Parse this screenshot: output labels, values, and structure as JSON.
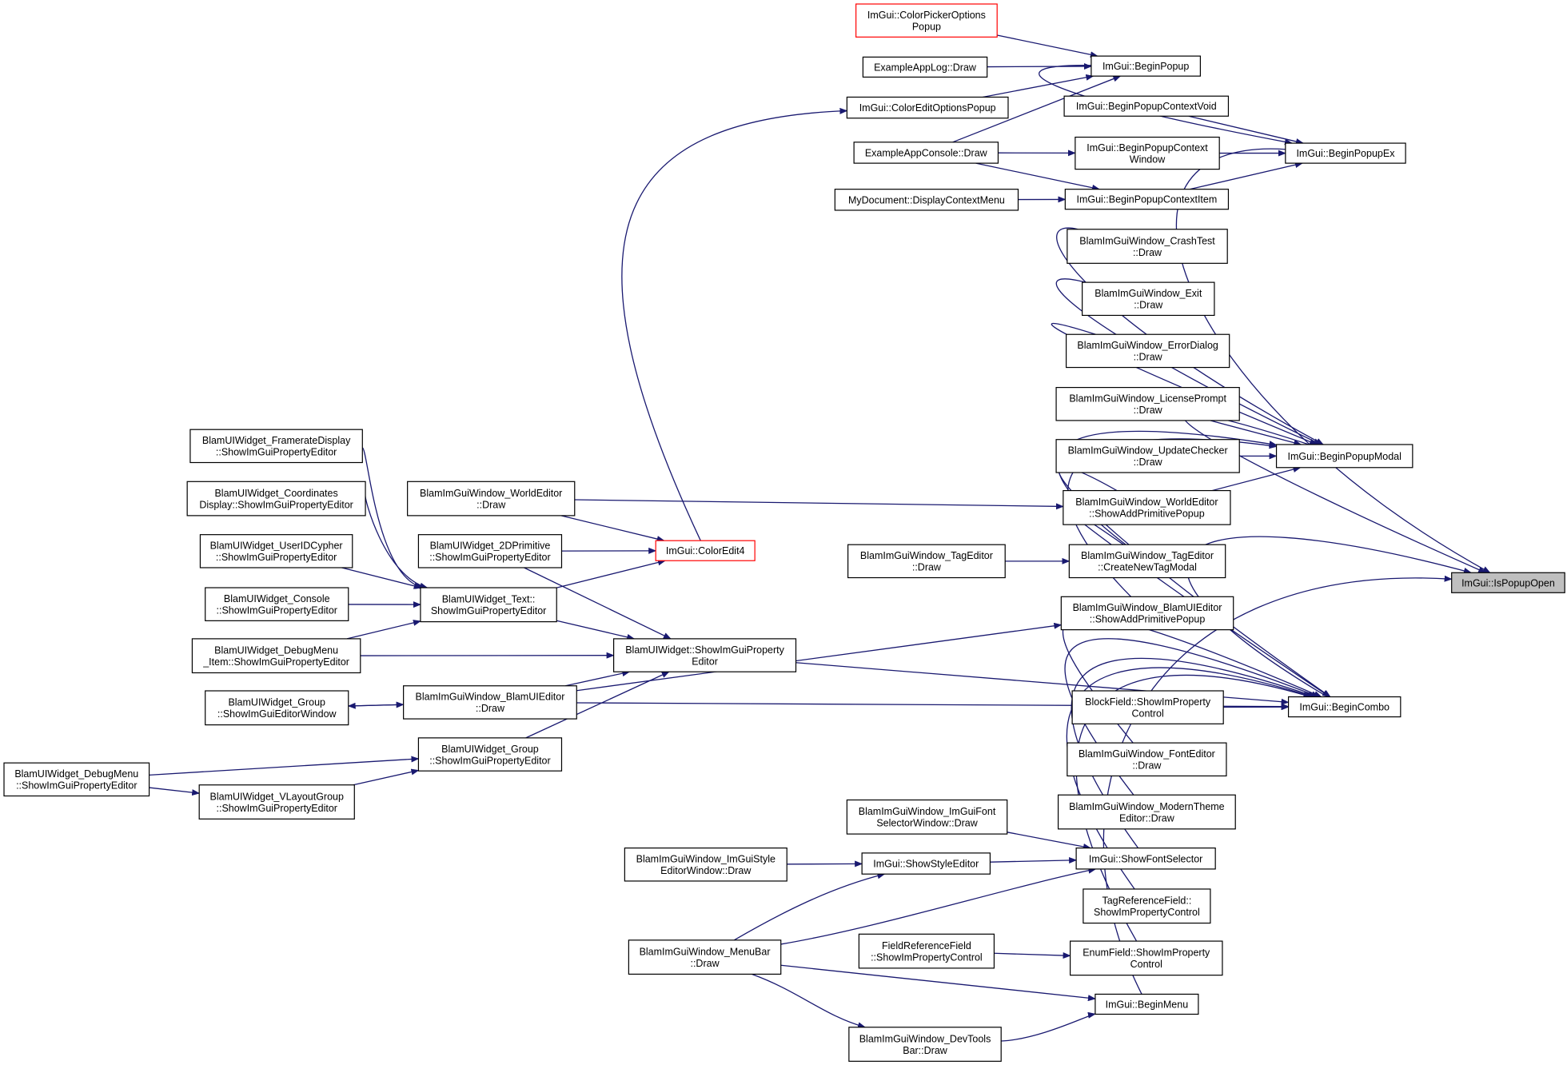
{
  "colors": {
    "edge": "#191970",
    "node_border": "#000000",
    "truncated_border": "#ff0000",
    "focus_fill": "#bfbfbf"
  },
  "nodes": {
    "IsPopupOpen": {
      "lines": [
        "ImGui::IsPopupOpen"
      ],
      "style": "gray"
    },
    "BeginPopupEx": {
      "lines": [
        "ImGui::BeginPopupEx"
      ]
    },
    "BeginPopupModal": {
      "lines": [
        "ImGui::BeginPopupModal"
      ]
    },
    "BeginCombo": {
      "lines": [
        "ImGui::BeginCombo"
      ]
    },
    "BeginMenu": {
      "lines": [
        "ImGui::BeginMenu"
      ]
    },
    "BeginPopup": {
      "lines": [
        "ImGui::BeginPopup"
      ]
    },
    "BeginPopupContextVoid": {
      "lines": [
        "ImGui::BeginPopupContextVoid"
      ]
    },
    "BeginPopupContextWindow": {
      "lines": [
        "ImGui::BeginPopupContext",
        "Window"
      ]
    },
    "BeginPopupContextItem": {
      "lines": [
        "ImGui::BeginPopupContextItem"
      ]
    },
    "ColorPickerOptionsPopup": {
      "lines": [
        "ImGui::ColorPickerOptions",
        "Popup"
      ],
      "style": "red"
    },
    "ExampleAppLogDraw": {
      "lines": [
        "ExampleAppLog::Draw"
      ]
    },
    "ColorEditOptionsPopup": {
      "lines": [
        "ImGui::ColorEditOptionsPopup"
      ]
    },
    "ExampleAppConsoleDraw": {
      "lines": [
        "ExampleAppConsole::Draw"
      ]
    },
    "DisplayContextMenu": {
      "lines": [
        "MyDocument::DisplayContextMenu"
      ]
    },
    "CrashTest": {
      "lines": [
        "BlamImGuiWindow_CrashTest",
        "::Draw"
      ]
    },
    "ExitDraw": {
      "lines": [
        "BlamImGuiWindow_Exit",
        "::Draw"
      ]
    },
    "ErrorDialog": {
      "lines": [
        "BlamImGuiWindow_ErrorDialog",
        "::Draw"
      ]
    },
    "LicensePrompt": {
      "lines": [
        "BlamImGuiWindow_LicensePrompt",
        "::Draw"
      ]
    },
    "UpdateChecker": {
      "lines": [
        "BlamImGuiWindow_UpdateChecker",
        "::Draw"
      ]
    },
    "WE_ShowAddPrimitive": {
      "lines": [
        "BlamImGuiWindow_WorldEditor",
        "::ShowAddPrimitivePopup"
      ]
    },
    "TE_CreateNewTagModal": {
      "lines": [
        "BlamImGuiWindow_TagEditor",
        "::CreateNewTagModal"
      ]
    },
    "UIE_ShowAddPrimitive": {
      "lines": [
        "BlamImGuiWindow_BlamUIEditor",
        "::ShowAddPrimitivePopup"
      ]
    },
    "BlockField": {
      "lines": [
        "BlockField::ShowImProperty",
        "Control"
      ]
    },
    "FontEditor": {
      "lines": [
        "BlamImGuiWindow_FontEditor",
        "::Draw"
      ]
    },
    "ModernTheme": {
      "lines": [
        "BlamImGuiWindow_ModernTheme",
        "Editor::Draw"
      ]
    },
    "ShowFontSelector": {
      "lines": [
        "ImGui::ShowFontSelector"
      ]
    },
    "TagReferenceField": {
      "lines": [
        "TagReferenceField::",
        "ShowImPropertyControl"
      ]
    },
    "EnumField": {
      "lines": [
        "EnumField::ShowImProperty",
        "Control"
      ]
    },
    "WorldEditorDraw": {
      "lines": [
        "BlamImGuiWindow_WorldEditor",
        "::Draw"
      ]
    },
    "TagEditorDraw": {
      "lines": [
        "BlamImGuiWindow_TagEditor",
        "::Draw"
      ]
    },
    "ColorEdit4": {
      "lines": [
        "ImGui::ColorEdit4"
      ],
      "style": "red"
    },
    "Prim2D": {
      "lines": [
        "BlamUIWidget_2DPrimitive",
        "::ShowImGuiPropertyEditor"
      ]
    },
    "TextSIGPE": {
      "lines": [
        "BlamUIWidget_Text::",
        "ShowImGuiPropertyEditor"
      ]
    },
    "UIWidgetSIGPE": {
      "lines": [
        "BlamUIWidget::ShowImGuiProperty",
        "Editor"
      ]
    },
    "BlamUIEditorDraw": {
      "lines": [
        "BlamImGuiWindow_BlamUIEditor",
        "::Draw"
      ]
    },
    "GroupSIGPE": {
      "lines": [
        "BlamUIWidget_Group",
        "::ShowImGuiPropertyEditor"
      ]
    },
    "Framerate": {
      "lines": [
        "BlamUIWidget_FramerateDisplay",
        "::ShowImGuiPropertyEditor"
      ]
    },
    "Coordinates": {
      "lines": [
        "BlamUIWidget_Coordinates",
        "Display::ShowImGuiPropertyEditor"
      ]
    },
    "UserIDCypher": {
      "lines": [
        "BlamUIWidget_UserIDCypher",
        "::ShowImGuiPropertyEditor"
      ]
    },
    "ConsoleSIGPE": {
      "lines": [
        "BlamUIWidget_Console",
        "::ShowImGuiPropertyEditor"
      ]
    },
    "DebugMenuItem": {
      "lines": [
        "BlamUIWidget_DebugMenu",
        "_Item::ShowImGuiPropertyEditor"
      ]
    },
    "GroupSIGEW": {
      "lines": [
        "BlamUIWidget_Group",
        "::ShowImGuiEditorWindow"
      ]
    },
    "DebugMenuSIGPE": {
      "lines": [
        "BlamUIWidget_DebugMenu",
        "::ShowImGuiPropertyEditor"
      ]
    },
    "VLayoutGroup": {
      "lines": [
        "BlamUIWidget_VLayoutGroup",
        "::ShowImGuiPropertyEditor"
      ]
    },
    "FontSelectorWindow": {
      "lines": [
        "BlamImGuiWindow_ImGuiFont",
        "SelectorWindow::Draw"
      ]
    },
    "StyleEditorWindow": {
      "lines": [
        "BlamImGuiWindow_ImGuiStyle",
        "EditorWindow::Draw"
      ]
    },
    "ShowStyleEditor": {
      "lines": [
        "ImGui::ShowStyleEditor"
      ]
    },
    "MenuBar": {
      "lines": [
        "BlamImGuiWindow_MenuBar",
        "::Draw"
      ]
    },
    "FieldReferenceField": {
      "lines": [
        "FieldReferenceField",
        "::ShowImPropertyControl"
      ]
    },
    "DevToolsBar": {
      "lines": [
        "BlamImGuiWindow_DevTools",
        "Bar::Draw"
      ]
    }
  },
  "edges": [
    [
      "BeginPopupEx",
      "IsPopupOpen"
    ],
    [
      "BeginPopupModal",
      "IsPopupOpen"
    ],
    [
      "BeginCombo",
      "IsPopupOpen"
    ],
    [
      "BeginMenu",
      "IsPopupOpen"
    ],
    [
      "BeginPopup",
      "BeginPopupEx"
    ],
    [
      "BeginPopupContextVoid",
      "BeginPopupEx"
    ],
    [
      "BeginPopupContextWindow",
      "BeginPopupEx"
    ],
    [
      "BeginPopupContextItem",
      "BeginPopupEx"
    ],
    [
      "ColorPickerOptionsPopup",
      "BeginPopup"
    ],
    [
      "ExampleAppLogDraw",
      "BeginPopup"
    ],
    [
      "ColorEditOptionsPopup",
      "BeginPopup"
    ],
    [
      "ExampleAppConsoleDraw",
      "BeginPopup"
    ],
    [
      "ExampleAppConsoleDraw",
      "BeginPopupContextWindow"
    ],
    [
      "ExampleAppConsoleDraw",
      "BeginPopupContextItem"
    ],
    [
      "DisplayContextMenu",
      "BeginPopupContextItem"
    ],
    [
      "CrashTest",
      "BeginPopupModal"
    ],
    [
      "ExitDraw",
      "BeginPopupModal"
    ],
    [
      "ErrorDialog",
      "BeginPopupModal"
    ],
    [
      "LicensePrompt",
      "BeginPopupModal"
    ],
    [
      "UpdateChecker",
      "BeginPopupModal"
    ],
    [
      "WE_ShowAddPrimitive",
      "BeginPopupModal"
    ],
    [
      "TE_CreateNewTagModal",
      "BeginPopupModal"
    ],
    [
      "UIE_ShowAddPrimitive",
      "BeginPopupModal"
    ],
    [
      "WE_ShowAddPrimitive",
      "BeginCombo"
    ],
    [
      "TE_CreateNewTagModal",
      "BeginCombo"
    ],
    [
      "UIWidgetSIGPE",
      "BeginCombo"
    ],
    [
      "BlamUIEditorDraw",
      "BeginCombo"
    ],
    [
      "BlockField",
      "BeginCombo"
    ],
    [
      "FontEditor",
      "BeginCombo"
    ],
    [
      "ModernTheme",
      "BeginCombo"
    ],
    [
      "ShowFontSelector",
      "BeginCombo"
    ],
    [
      "TagReferenceField",
      "BeginCombo"
    ],
    [
      "EnumField",
      "BeginCombo"
    ],
    [
      "WorldEditorDraw",
      "WE_ShowAddPrimitive"
    ],
    [
      "TagEditorDraw",
      "TE_CreateNewTagModal"
    ],
    [
      "BlamUIEditorDraw",
      "UIE_ShowAddPrimitive"
    ],
    [
      "ColorEdit4",
      "ColorEditOptionsPopup"
    ],
    [
      "WorldEditorDraw",
      "ColorEdit4"
    ],
    [
      "Prim2D",
      "ColorEdit4"
    ],
    [
      "TextSIGPE",
      "ColorEdit4"
    ],
    [
      "Framerate",
      "TextSIGPE"
    ],
    [
      "Coordinates",
      "TextSIGPE"
    ],
    [
      "UserIDCypher",
      "TextSIGPE"
    ],
    [
      "ConsoleSIGPE",
      "TextSIGPE"
    ],
    [
      "DebugMenuItem",
      "TextSIGPE"
    ],
    [
      "Prim2D",
      "UIWidgetSIGPE"
    ],
    [
      "TextSIGPE",
      "UIWidgetSIGPE"
    ],
    [
      "DebugMenuItem",
      "UIWidgetSIGPE"
    ],
    [
      "BlamUIEditorDraw",
      "UIWidgetSIGPE"
    ],
    [
      "GroupSIGPE",
      "UIWidgetSIGPE"
    ],
    [
      "BlamUIEditorDraw",
      "GroupSIGEW"
    ],
    [
      "GroupSIGEW",
      "BlamUIEditorDraw"
    ],
    [
      "DebugMenuSIGPE",
      "GroupSIGPE"
    ],
    [
      "DebugMenuSIGPE",
      "VLayoutGroup"
    ],
    [
      "VLayoutGroup",
      "GroupSIGPE"
    ],
    [
      "FontSelectorWindow",
      "ShowFontSelector"
    ],
    [
      "ShowStyleEditor",
      "ShowFontSelector"
    ],
    [
      "MenuBar",
      "ShowFontSelector"
    ],
    [
      "StyleEditorWindow",
      "ShowStyleEditor"
    ],
    [
      "MenuBar",
      "ShowStyleEditor"
    ],
    [
      "FieldReferenceField",
      "EnumField"
    ],
    [
      "MenuBar",
      "BeginMenu"
    ],
    [
      "MenuBar",
      "DevToolsBar"
    ],
    [
      "DevToolsBar",
      "BeginMenu"
    ]
  ]
}
